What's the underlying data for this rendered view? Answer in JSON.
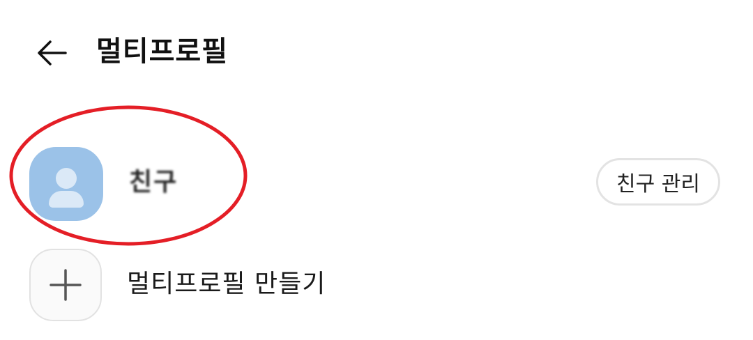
{
  "header": {
    "back_icon": "arrow-left-icon",
    "title": "멀티프로필"
  },
  "friend_profile": {
    "avatar_icon": "person-icon",
    "name": "친구",
    "manage_button_label": "친구 관리"
  },
  "create_profile": {
    "icon": "plus-icon",
    "label": "멀티프로필 만들기"
  },
  "colors": {
    "avatar_bg": "#9bc2e8",
    "highlight_ellipse": "#e41e26"
  }
}
